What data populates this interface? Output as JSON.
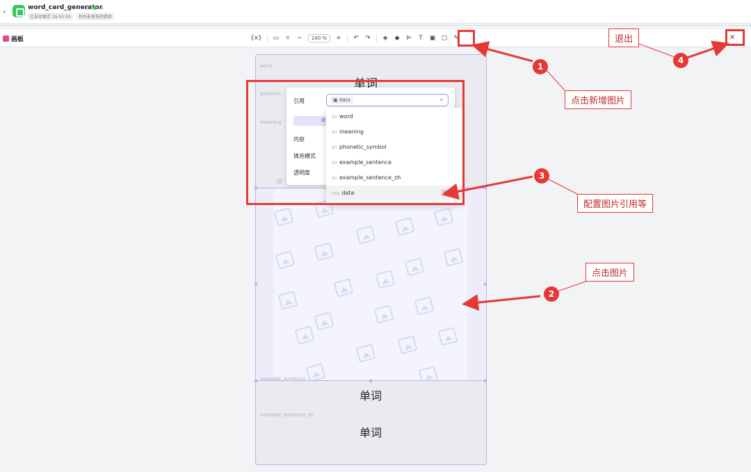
{
  "app": {
    "back_icon": "‹",
    "name": "word_card_generator",
    "status": "ⓘ",
    "edit_icon": "✎",
    "autosave": "已自动保存 16:55:05",
    "unpublished": "有尚未发布的修改"
  },
  "toolbar": {
    "board_title": "画板",
    "variable": "{x}",
    "zoom": "100 %",
    "minus": "−",
    "plus": "+",
    "undo": "↶",
    "redo": "↷",
    "text_tool": "T",
    "close": "×"
  },
  "card": {
    "labels": {
      "word": "word",
      "phonetic": "phonetic",
      "meaning": "meaning",
      "example_sentence": "example_sentence",
      "example_sentence_zh": "example_sentence_zh",
      "image_tag": "d"
    },
    "title_word": "单词",
    "word_1": "单词",
    "word_2": "单词"
  },
  "popup": {
    "ref_label": "引用",
    "ref_chip": "data",
    "ref_clear": "×",
    "seg_label": "填",
    "content_label": "内容",
    "fill_label": "填充模式",
    "opacity_label": "透明度"
  },
  "dropdown": {
    "items": [
      {
        "icon": "str",
        "label": "word"
      },
      {
        "icon": "str",
        "label": "meaning"
      },
      {
        "icon": "str",
        "label": "phonetic_symbol"
      },
      {
        "icon": "str",
        "label": "example_sentence"
      },
      {
        "icon": "str",
        "label": "example_sentence_zh"
      },
      {
        "icon": "img",
        "label": "data",
        "badge": "已引用"
      }
    ]
  },
  "annotations": {
    "n1": "1",
    "n2": "2",
    "n3": "3",
    "n4": "4",
    "c1": "点击新增图片",
    "c2": "点击图片",
    "c3": "配置图片引用等",
    "c4": "退出"
  },
  "colors": {
    "annotation_red": "#e53935",
    "accent_purple": "#9b94e8",
    "app_green": "#34c759"
  }
}
